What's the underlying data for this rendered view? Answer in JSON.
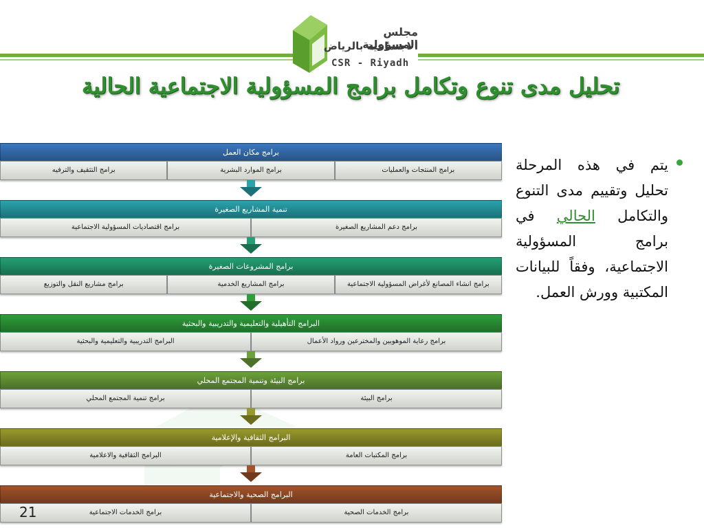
{
  "header": {
    "logo_line1": "مجلس المسؤولية",
    "logo_line2": "الاجتماعية بالرياض",
    "logo_en": "CSR - Riyadh",
    "title": "تحليل مدى تنوع وتكامل برامج المسؤولية الاجتماعية الحالية"
  },
  "diagram": {
    "blocks": [
      {
        "title": "برامج مكان العمل",
        "color": "#3a78c0",
        "items": [
          "برامج المنتجات والعمليات",
          "برامج الموارد البشرية",
          "برامج التثقيف والترفيه"
        ]
      },
      {
        "title": "تنمية المشاريع الصغيرة",
        "color": "#2aa3ad",
        "items": [
          "برامج دعم المشاريع الصغيرة",
          "برامج اقتصاديات المسؤولية الاجتماعية"
        ]
      },
      {
        "title": "برامج المشروعات الصغيرة",
        "color": "#23a074",
        "items": [
          "برامج انشاء المصانع لأغراض المسؤولية الاجتماعية",
          "برامج المشاريع الخدمية",
          "برامج مشاريع النقل والتوزيع"
        ]
      },
      {
        "title": "البرامج التأهيلية والتعليمية والتدريبية والبحثية",
        "color": "#2f9e3a",
        "items": [
          "برامج رعاية الموهوبين والمخترعين ورواد الأعمال",
          "البرامج التدريبية والتعليمية والبحثية"
        ]
      },
      {
        "title": "برامج البيئة وتنمية المجتمع المحلي",
        "color": "#6da23a",
        "items": [
          "برامج البيئة",
          "برامج تنمية المجتمع المحلي"
        ]
      },
      {
        "title": "البرامج الثقافية والإعلامية",
        "color": "#9a9a2c",
        "items": [
          "برامج المكتبات العامة",
          "البرامج الثقافية والاعلامية"
        ]
      },
      {
        "title": "البرامج الصحية والاجتماعية",
        "color": "#a3532a",
        "items": [
          "برامج الخدمات الصحية",
          "برامج الخدمات الاجتماعية"
        ]
      }
    ]
  },
  "bullet": {
    "text_before": "يتم في هذه المرحلة تحليل وتقييم مدى التنوع والتكامل ",
    "link": "الحالي",
    "text_after": " في برامج المسؤولية الاجتماعية، وفقاً للبيانات المكتبية وورش العمل."
  },
  "page_number": "21",
  "colors": {
    "accent_green": "#2f8f2f",
    "header_line": "#6fae3e"
  }
}
